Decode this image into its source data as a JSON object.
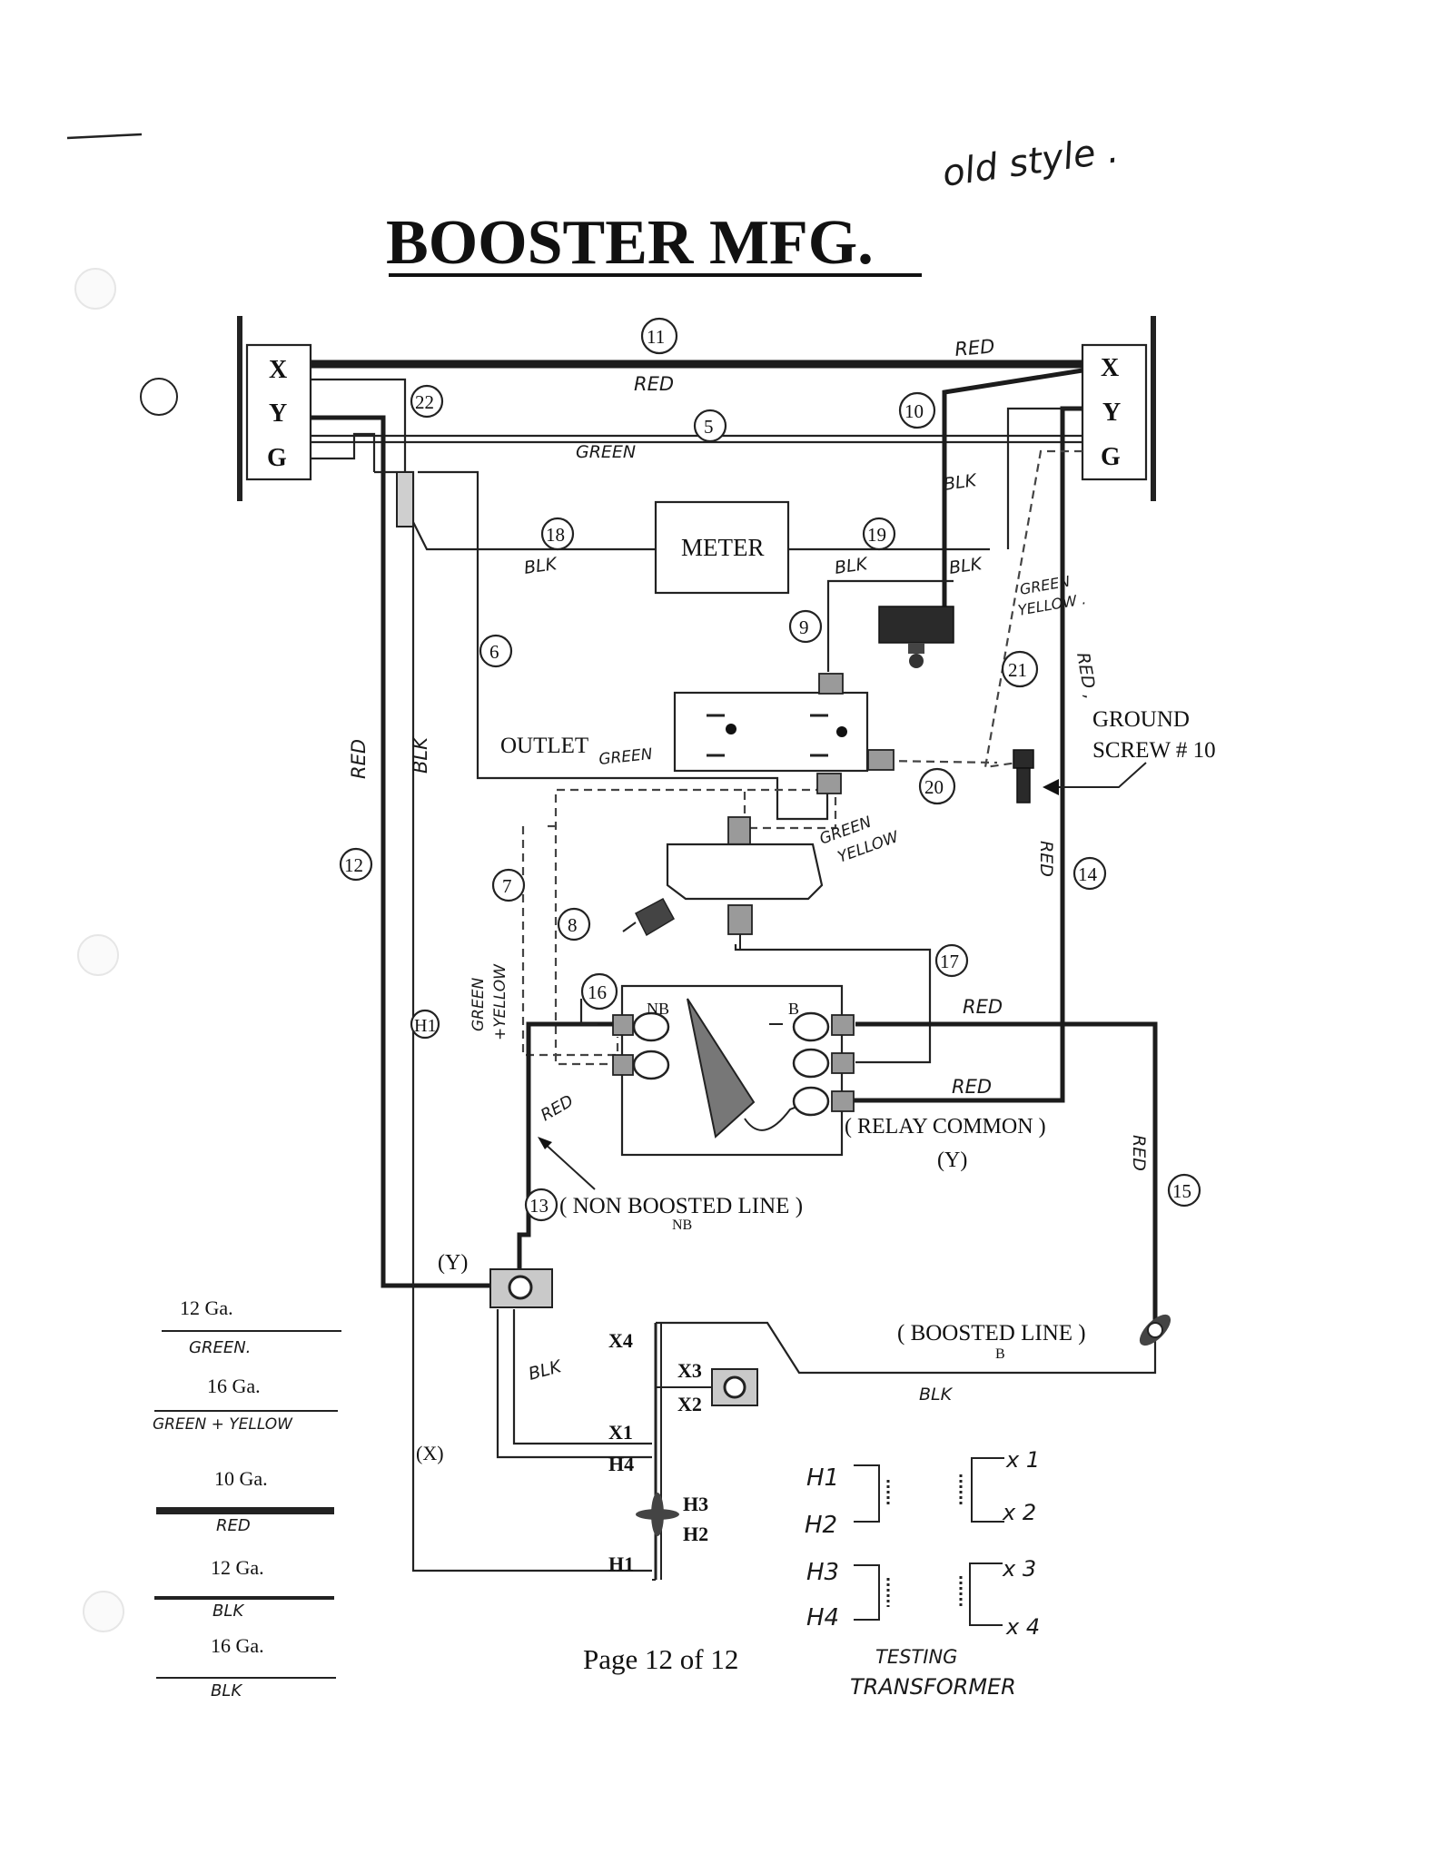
{
  "title": "BOOSTER MFG.",
  "handwritten_note": "old style .",
  "terminal_blocks": {
    "left": [
      "X",
      "Y",
      "G"
    ],
    "right": [
      "X",
      "Y",
      "G"
    ]
  },
  "components": {
    "meter": "METER",
    "outlet": "OUTLET",
    "ground_screw": [
      "GROUND",
      "SCREW # 10"
    ],
    "relay_nb": "NB",
    "relay_b": "B",
    "relay_common": "( RELAY COMMON )",
    "relay_common_sub": "(Y)",
    "non_boosted_line": "( NON BOOSTED LINE )",
    "non_boosted_sub": "NB",
    "boosted_line": "( BOOSTED LINE )",
    "boosted_sub": "B",
    "splice_y": "(Y)",
    "wire_x": "(X)"
  },
  "transformer_taps": {
    "x4": "X4",
    "x3": "X3",
    "x2": "X2",
    "x1": "X1",
    "h4": "H4",
    "h3": "H3",
    "h2": "H2",
    "h1": "H1",
    "h1_wire": "H1"
  },
  "wire_numbers": [
    "11",
    "22",
    "10",
    "5",
    "18",
    "19",
    "9",
    "6",
    "21",
    "20",
    "12",
    "14",
    "7",
    "8",
    "17",
    "16",
    "13",
    "15"
  ],
  "wire_colors": {
    "red_top": "RED",
    "red_top_right": "RED",
    "green_5": "GREEN",
    "blk_10": "BLK",
    "blk_18": "BLK",
    "blk_19": "BLK",
    "blk_19b": "BLK",
    "green_yellow_21": [
      "GREEN",
      "YELLOW ."
    ],
    "red_21": "RED ,",
    "red_12": "RED",
    "blk_h1": "BLK",
    "green_outlet": "GREEN",
    "green_yellow_8": [
      "GREEN",
      "YELLOW"
    ],
    "green_yellow_7": [
      "GREEN",
      "+YELLOW"
    ],
    "red_14": "RED",
    "red_b": "RED",
    "red_common": "RED",
    "red_13": "RED",
    "red_15": "RED",
    "blk_x4": "BLK",
    "blk_boosted": "BLK"
  },
  "legend": [
    {
      "gauge": "12 Ga.",
      "color": "GREEN."
    },
    {
      "gauge": "16 Ga.",
      "color": "GREEN + YELLOW"
    },
    {
      "gauge": "10 Ga.",
      "color": "RED"
    },
    {
      "gauge": "12 Ga.",
      "color": "BLK"
    },
    {
      "gauge": "16 Ga.",
      "color": "BLK"
    }
  ],
  "testing_sketch": {
    "h1": "H1",
    "h2": "H2",
    "h3": "H3",
    "h4": "H4",
    "x1": "x 1",
    "x2": "x 2",
    "x3": "x 3",
    "x4": "x 4",
    "caption": [
      "TESTING",
      "TRANSFORMER"
    ]
  },
  "page_label": "Page 12 of 12"
}
